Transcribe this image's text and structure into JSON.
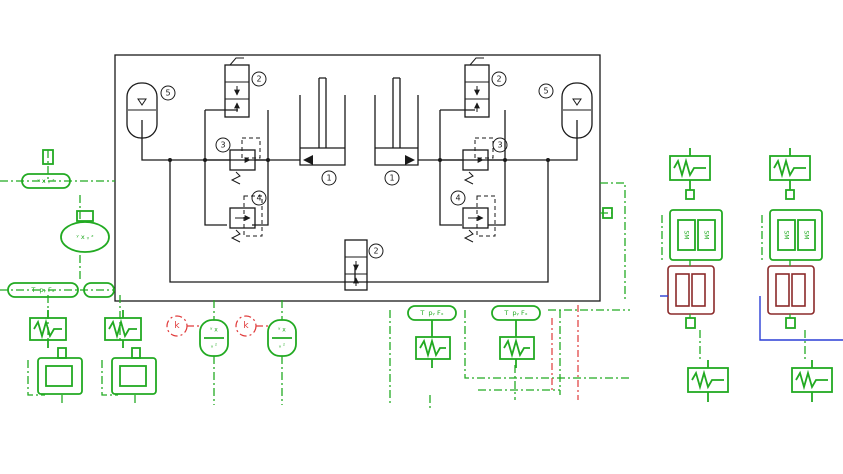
{
  "diagram": {
    "callouts": {
      "cylinder": "1",
      "valve_2v": "2",
      "relief_valve": "3",
      "check_valve": "4",
      "accumulator": "5"
    },
    "gain_label": "k",
    "tyre_force_label": "T  pᵧ Fₓ",
    "sm_label": "SM",
    "colors": {
      "hydraulic": "#1a1a1a",
      "mechanical": "#22aa22",
      "signal": "#e03a3a",
      "electrical": "#2b3fd6",
      "motor": "#8b2a2a"
    }
  }
}
